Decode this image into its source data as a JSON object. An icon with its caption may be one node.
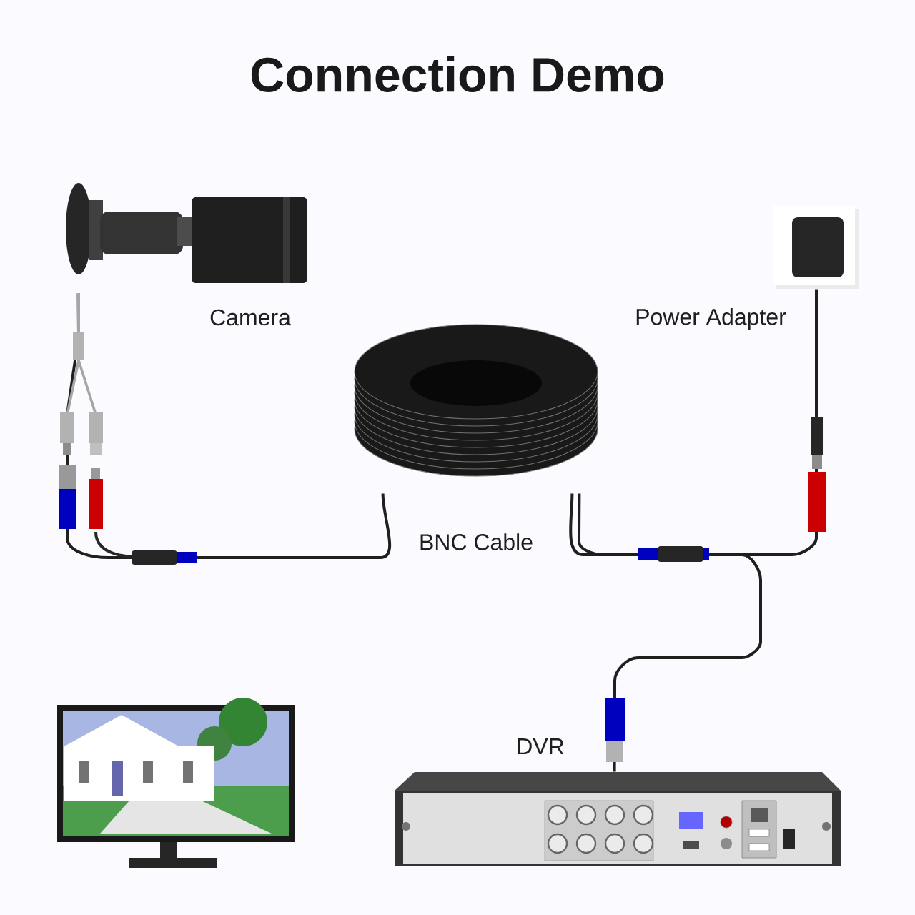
{
  "diagram": {
    "title": "Connection Demo",
    "nodes": [
      {
        "text": [
          "Camera"
        ]
      },
      {
        "text": [
          "Power Adapter"
        ]
      },
      {
        "text": [
          "BNC Cable"
        ]
      },
      {
        "text": [],
        "shape": "picture"
      },
      {
        "text": [
          "DVR"
        ]
      }
    ],
    "edges": [
      {
        "from": 0,
        "to": 2,
        "arrow": "none"
      },
      {
        "from": 1,
        "to": 2,
        "arrow": "none"
      },
      {
        "from": 2,
        "to": 4,
        "arrow": "none"
      }
    ]
  }
}
